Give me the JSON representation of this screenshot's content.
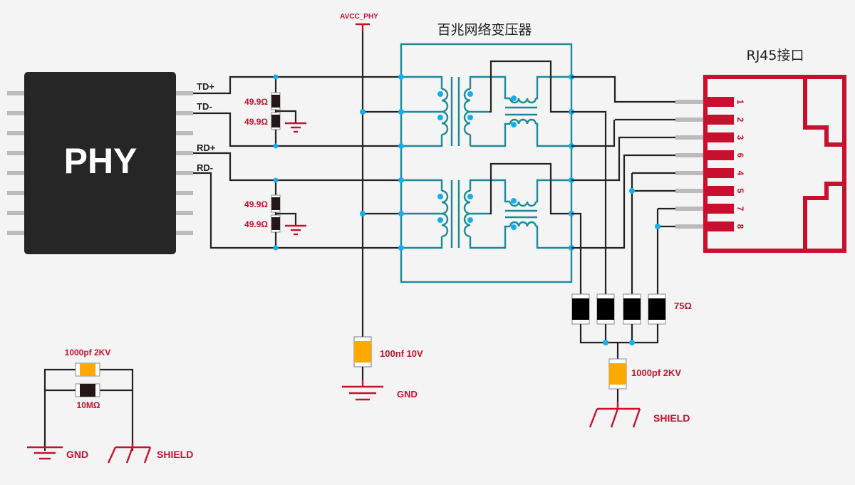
{
  "phy": {
    "label": "PHY",
    "pins": {
      "td_plus": "TD+",
      "td_minus": "TD-",
      "rd_plus": "RD+",
      "rd_minus": "RD-"
    }
  },
  "power": {
    "label": "AVCC_PHY"
  },
  "transformer": {
    "title": "百兆网络变压器"
  },
  "rj45": {
    "title": "RJ45接口",
    "pin_numbers": [
      "1",
      "2",
      "3",
      "6",
      "4",
      "5",
      "7",
      "8"
    ]
  },
  "resistors": {
    "td_top": "49.9Ω",
    "td_bottom": "49.9Ω",
    "rd_top": "49.9Ω",
    "rd_bottom": "49.9Ω",
    "bob_smith": "75Ω",
    "bleed": "10MΩ"
  },
  "capacitors": {
    "decoupling": "100nf 10V",
    "shield_cap": "1000pf 2KV",
    "legend_cap": "1000pf 2KV"
  },
  "grounds": {
    "decoupling_gnd": "GND",
    "shield_main": "SHIELD",
    "legend_gnd": "GND",
    "legend_shield": "SHIELD"
  },
  "colors": {
    "accent_red": "#c8102e",
    "transformer_teal": "#1e8a98",
    "junction_blue": "#16aee8",
    "cap_orange": "#ffa800",
    "chip_dark": "#262626"
  }
}
